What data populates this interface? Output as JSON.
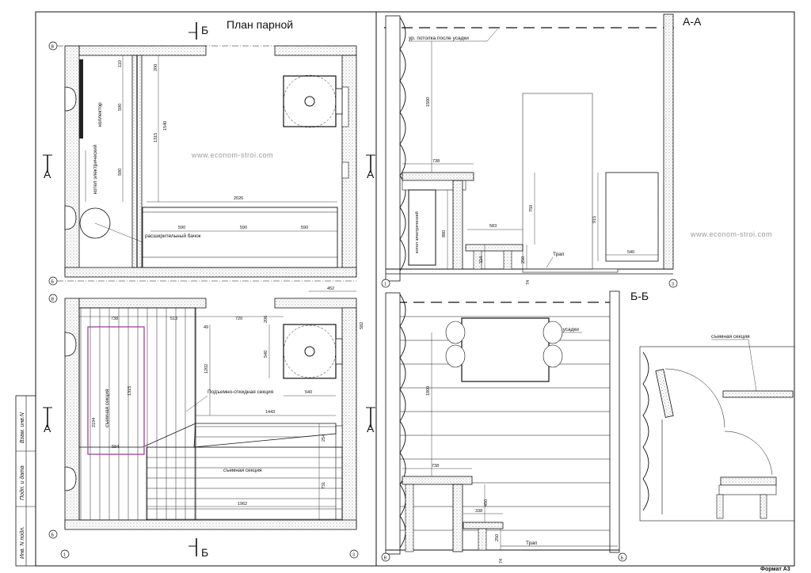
{
  "plan": {
    "title": "План парной",
    "labels": {
      "collector": "коллектор",
      "boiler": "котел электрический",
      "tank": "расширительный бачок",
      "lift_section": "Подъемно-откидная секция",
      "removable_1": "съемная секция",
      "removable_2": "съемная секция"
    },
    "dims_top": [
      "110",
      "200",
      "590",
      "1540",
      "590",
      "1315",
      "2026",
      "590",
      "590",
      "590"
    ],
    "dims_bottom": [
      "738",
      "513",
      "49",
      "720",
      "206",
      "452",
      "582",
      "540",
      "1202",
      "540",
      "1443",
      "2194",
      "1315",
      "584",
      "254",
      "731",
      "1962"
    ]
  },
  "section_aa": {
    "title": "А-А",
    "ceiling_note": "ур. потолка после усадки",
    "boiler_note": "котел электрический",
    "dims": [
      "1500",
      "738",
      "880",
      "750",
      "583",
      "915",
      "324",
      "250",
      "540",
      "74"
    ],
    "ladder_label": "Трап"
  },
  "section_bb": {
    "title": "Б-Б",
    "ceiling_note": "ур. потолка после усадки",
    "dims": [
      "1800",
      "738",
      "450",
      "338",
      "250",
      "74"
    ],
    "ladder_label": "Трап"
  },
  "detail": {
    "label": "съемная секция"
  },
  "axes": {
    "a": "А",
    "b": "Б",
    "v": "В",
    "one": "1",
    "three": "3"
  },
  "watermark": "www.econom-stroi.com",
  "stamp": {
    "inv": "Инв. N подл.",
    "sign": "Подп. и дата",
    "replace": "Взам. инв.N"
  },
  "format": "Формат А3"
}
